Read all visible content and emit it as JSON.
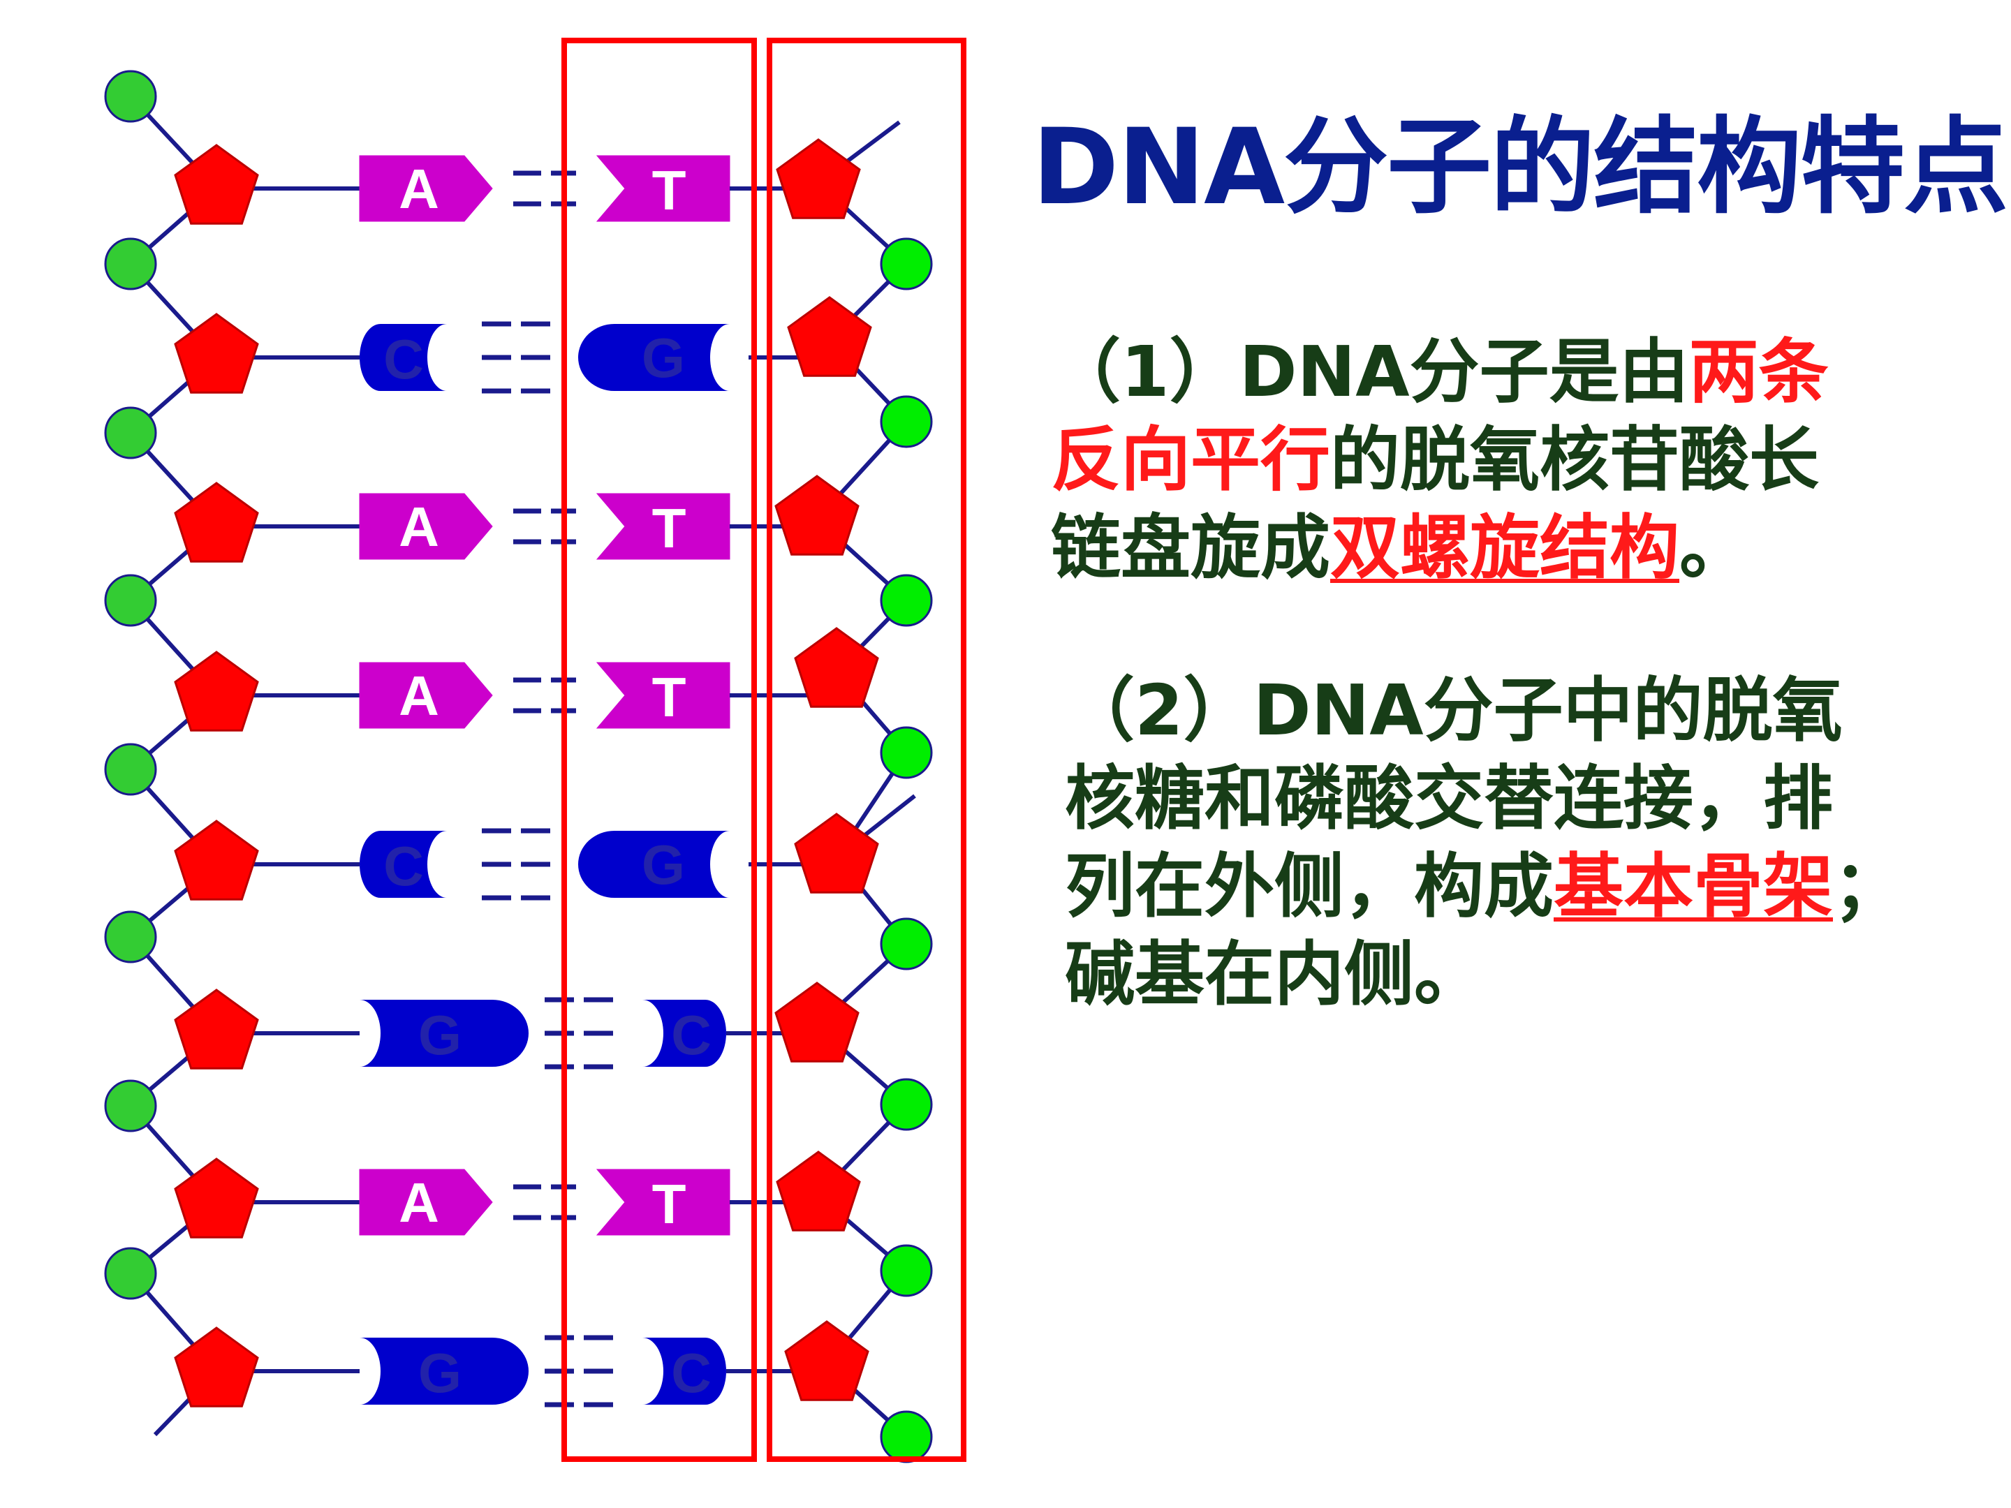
{
  "title": "DNA分子的结构特点",
  "colors": {
    "phosphate": "#33cc33",
    "phosphate_right": "#00ee00",
    "sugar": "#ff0000",
    "backbone": "#1a1a8c",
    "purple_base": "#cc00cc",
    "blue_base": "#0000cc",
    "box": "#ff0000",
    "title": "#0a1f8f",
    "body_text": "#173d17",
    "highlight": "#ff1a1a"
  },
  "base_pairs": [
    {
      "left": "A",
      "right": "T",
      "left_shape": "arrow",
      "right_shape": "arrow"
    },
    {
      "left": "C",
      "right": "G",
      "left_shape": "round",
      "right_shape": "round"
    },
    {
      "left": "A",
      "right": "T",
      "left_shape": "arrow",
      "right_shape": "arrow"
    },
    {
      "left": "A",
      "right": "T",
      "left_shape": "arrow",
      "right_shape": "arrow"
    },
    {
      "left": "C",
      "right": "G",
      "left_shape": "round",
      "right_shape": "round"
    },
    {
      "left": "G",
      "right": "C",
      "left_shape": "round",
      "right_shape": "round"
    },
    {
      "left": "A",
      "right": "T",
      "left_shape": "arrow",
      "right_shape": "arrow"
    },
    {
      "left": "G",
      "right": "C",
      "left_shape": "round",
      "right_shape": "round"
    }
  ],
  "para1": {
    "line1_a": "（1）DNA分子是由",
    "line1_b": "两条",
    "line2_a": "反向平行",
    "line2_b": "的脱氧核苷酸长",
    "line3_a": "链盘旋成",
    "line3_b": "双螺旋结构",
    "line3_c": "。"
  },
  "para2": {
    "line1": "（2）DNA分子中的脱氧",
    "line2": "核糖和磷酸交替连接，排",
    "line3_a": "列在外侧，构成",
    "line3_b": "基本骨架",
    "line3_c": "；",
    "line4": "碱基在内侧。"
  }
}
